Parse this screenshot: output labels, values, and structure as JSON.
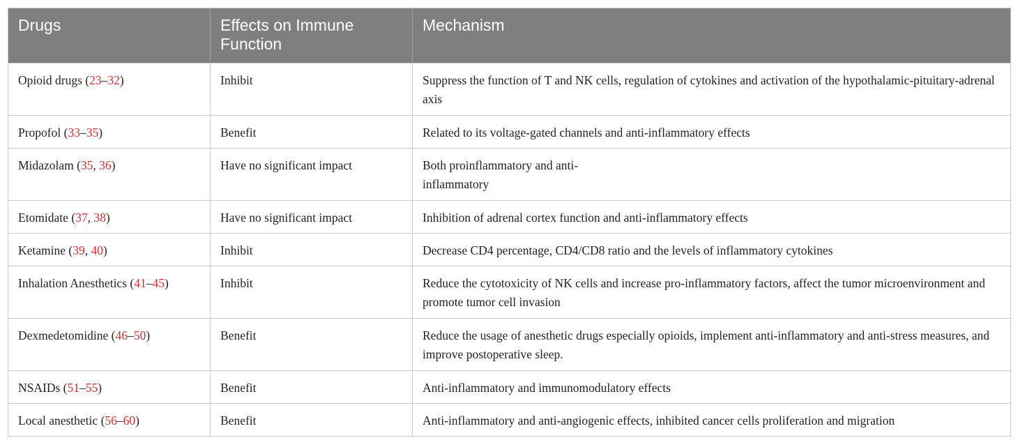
{
  "headers": [
    "Drugs",
    "Effects on Immune Function",
    "Mechanism"
  ],
  "rows": [
    {
      "drug": "Opioid drugs",
      "refs": [
        "23",
        "32"
      ],
      "sep": "–",
      "effect": "Inhibit",
      "mechanism": "Suppress the function of T and NK cells, regulation of cytokines and activation of the hypothalamic-pituitary-adrenal axis"
    },
    {
      "drug": "Propofol",
      "refs": [
        "33",
        "35"
      ],
      "sep": "–",
      "effect": "Benefit",
      "mechanism": "Related to its voltage-gated channels and anti-inflammatory effects"
    },
    {
      "drug": "Midazolam",
      "refs": [
        "35",
        "36"
      ],
      "sep": ", ",
      "effect": "Have no significant impact",
      "mechanism": "Both proinflammatory and anti-inflammatory"
    },
    {
      "drug": "Etomidate",
      "refs": [
        "37",
        "38"
      ],
      "sep": ", ",
      "effect": "Have no significant impact",
      "mechanism": "Inhibition of adrenal cortex function and anti-inflammatory effects"
    },
    {
      "drug": "Ketamine",
      "refs": [
        "39",
        "40"
      ],
      "sep": ", ",
      "effect": "Inhibit",
      "mechanism": "Decrease CD4 percentage, CD4/CD8 ratio and the levels of inflammatory cytokines"
    },
    {
      "drug": "Inhalation Anesthetics",
      "refs": [
        "41",
        "45"
      ],
      "sep": "–",
      "effect": "Inhibit",
      "mechanism": "Reduce the cytotoxicity of NK cells and increase pro-inflammatory factors, affect the tumor microenvironment and promote tumor cell invasion"
    },
    {
      "drug": "Dexmedetomidine",
      "refs": [
        "46",
        "50"
      ],
      "sep": "–",
      "effect": "Benefit",
      "mechanism": "Reduce the usage of anesthetic drugs especially opioids, implement anti-inflammatory and anti-stress measures, and improve postoperative sleep."
    },
    {
      "drug": "NSAIDs",
      "refs": [
        "51",
        "55"
      ],
      "sep": "–",
      "effect": "Benefit",
      "mechanism": "Anti-inflammatory and immunomodulatory effects"
    },
    {
      "drug": "Local anesthetic",
      "refs": [
        "56",
        "60"
      ],
      "sep": "–",
      "effect": "Benefit",
      "mechanism": "Anti-inflammatory and anti-angiogenic effects, inhibited cancer cells proliferation and migration"
    }
  ],
  "colors": {
    "header_bg": "#7f7f7f",
    "link": "#d32f2f"
  }
}
